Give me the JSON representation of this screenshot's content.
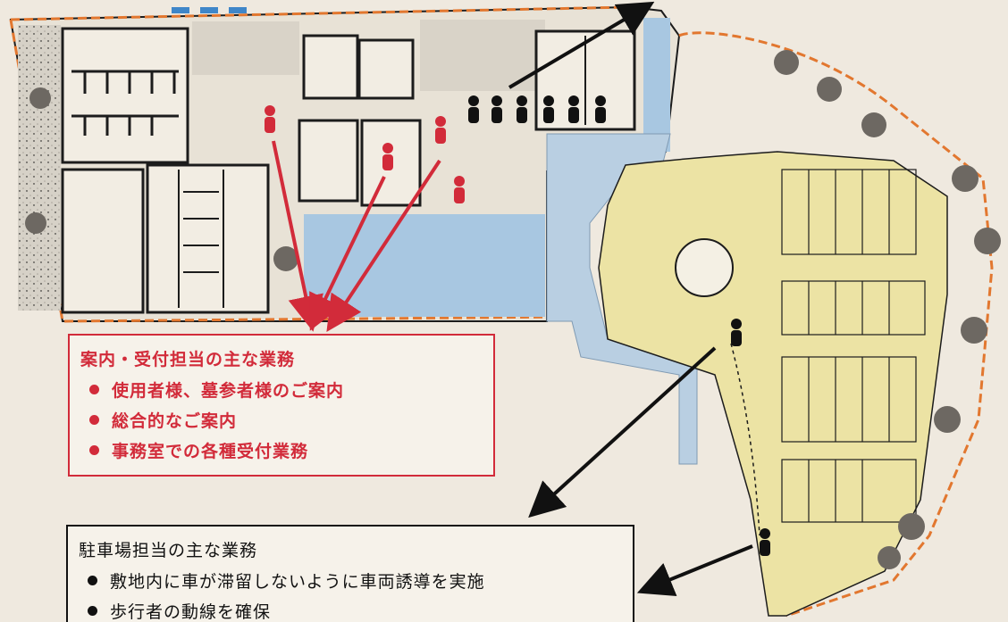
{
  "colors": {
    "reception": "#d22b3a",
    "parking": "#111111",
    "plan_line": "#1c1c1c",
    "glass_blue": "#a8c7e1",
    "parking_yellow": "#ece3a4",
    "ground_gray": "#cfcac0",
    "boundary_orange": "#e2772f"
  },
  "icons": [
    "person-icon-red",
    "person-icon-black",
    "tree-icon",
    "arrow-icon"
  ],
  "reception_box": {
    "title": "案内・受付担当の主な業務",
    "items": [
      "使用者様、墓参者様のご案内",
      "総合的なご案内",
      "事務室での各種受付業務"
    ]
  },
  "parking_box": {
    "title": "駐車場担当の主な業務",
    "items": [
      "敷地内に車が滞留しないように車両誘導を実施",
      "歩行者の動線を確保"
    ]
  }
}
